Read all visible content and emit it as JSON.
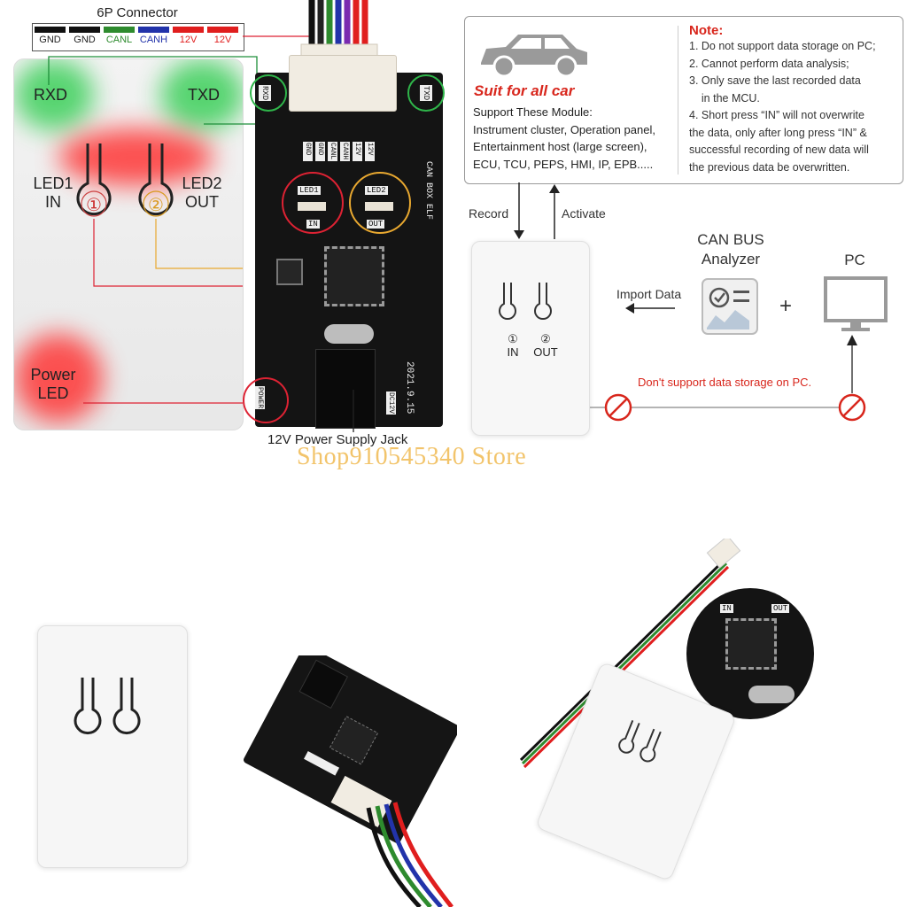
{
  "connector": {
    "title": "6P Connector",
    "pins": [
      {
        "label": "GND",
        "color": "#111111"
      },
      {
        "label": "GND",
        "color": "#111111"
      },
      {
        "label": "CANL",
        "color": "#2e8b2e"
      },
      {
        "label": "CANH",
        "color": "#2233aa"
      },
      {
        "label": "12V",
        "color": "#e01e1e"
      },
      {
        "label": "12V",
        "color": "#e01e1e"
      }
    ]
  },
  "case_labels": {
    "rxd": "RXD",
    "txd": "TXD",
    "led1": "LED1",
    "led1_sub": "IN",
    "led2": "LED2",
    "led2_sub": "OUT",
    "led1_num": "①",
    "led2_num": "②",
    "power": "Power",
    "power_sub": "LED"
  },
  "pcb_labels": {
    "rxd": "RXD",
    "txd": "TXD",
    "gnd1": "GND",
    "gnd2": "GND",
    "canl": "CANL",
    "canh": "CANH",
    "v1": "12V",
    "v2": "12V",
    "led1": "LED1",
    "led2": "LED2",
    "in": "IN",
    "out": "OUT",
    "box": "CAN BOX ELF",
    "date": "2021.9.15",
    "power": "POWER",
    "dc": "DC12V"
  },
  "power_jack_label": "12V Power Supply Jack",
  "note": {
    "title": "Note:",
    "lines": [
      "1. Do not support data storage on PC;",
      "2. Cannot perform data analysis;",
      "3. Only save the last recorded data",
      "    in the MCU.",
      "4. Short press “IN” will not overwrite",
      "the data, only after long press “IN” &",
      "successful recording of new data will",
      "the previous data be overwritten."
    ]
  },
  "suit": {
    "headline": "Suit for all car",
    "support_title": "Support These Module:",
    "lines": [
      "Instrument cluster, Operation panel,",
      "Entertainment host (large screen),",
      "ECU, TCU, PEPS, HMI, IP, EPB....."
    ]
  },
  "flow": {
    "record": "Record",
    "activate": "Activate",
    "in_num": "①",
    "in_label": "IN",
    "out_num": "②",
    "out_label": "OUT",
    "analyzer_line1": "CAN BUS",
    "analyzer_line2": "Analyzer",
    "pc": "PC",
    "plus": "+",
    "import_data": "Import Data",
    "no_storage": "Don't support data storage on PC."
  },
  "watermark": "Shop910545340 Store",
  "colors": {
    "accent_red": "#d8261c",
    "glow_green": "#3ccf5a",
    "glow_red": "#ff2a2a",
    "pcb_black": "#141414",
    "wire_orange": "#f0b23a"
  }
}
